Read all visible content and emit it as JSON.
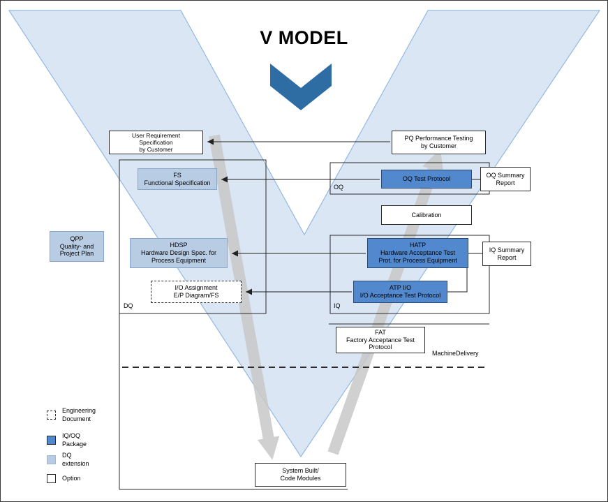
{
  "title": "V MODEL",
  "colors": {
    "v_band_fill": "#dbe6f4",
    "v_band_border": "#94b9e0",
    "chevron_blue": "#2e6da4",
    "package_blue": "#5288cd",
    "extension_blue": "#b8cce4",
    "flow_arrow_gray": "#c8c8c8"
  },
  "boxes": {
    "urs": "User Requirement\nSpecification\nby Customer",
    "pq": "PQ Performance Testing\nby Customer",
    "fs": "FS\nFunctional Specification",
    "oq_test_protocol": "OQ Test Protocol",
    "oq_summary": "OQ Summary\nReport",
    "calibration": "Calibration",
    "qpp": "QPP\nQuality- and\nProject Plan",
    "hdsp": "HDSP\nHardware Design Spec. for\nProcess Equipment",
    "hatp": "HATP\nHardware Acceptance Test\nProt. for Process Equipment",
    "iq_summary": "IQ Summary\nReport",
    "io_assignment": "I/O Assignment\nE/P Diagram/FS",
    "atp_io": "ATP I/O\nI/O Acceptance Test Protocol",
    "fat": "FAT\nFactory Acceptance Test\nProtocol",
    "system_built": "System Built/\nCode Modules"
  },
  "labels": {
    "dq": "DQ",
    "oq": "OQ",
    "iq": "IQ",
    "machine_delivery": "MachineDelivery"
  },
  "legend": {
    "items": [
      {
        "label": "Engineering\nDocument",
        "swatch": "engineering-document"
      },
      {
        "label": "IQ/OQ\nPackage",
        "swatch": "iq-oq-package"
      },
      {
        "label": "DQ\nextension",
        "swatch": "dq-extension"
      },
      {
        "label": "Option",
        "swatch": "option"
      }
    ]
  }
}
